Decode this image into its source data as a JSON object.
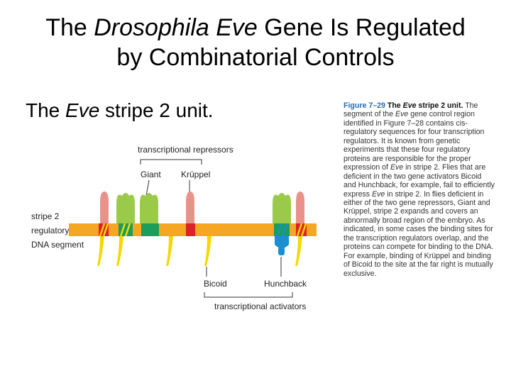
{
  "title": {
    "line1_pre": "The ",
    "line1_italic": "Drosophila Eve",
    "line1_post": " Gene Is Regulated",
    "line2": "by Combinatorial Controls"
  },
  "subtitle": {
    "pre": "The ",
    "italic": "Eve",
    "post": " stripe 2 unit."
  },
  "diagram": {
    "segment_label_1": "stripe 2",
    "segment_label_2": "regulatory",
    "segment_label_3": "DNA segment",
    "repressors_label": "transcriptional repressors",
    "giant_label": "Giant",
    "kruppel_label": "Krüppel",
    "bicoid_label": "Bicoid",
    "hunchback_label": "Hunchback",
    "activators_label": "transcriptional activators"
  },
  "caption": {
    "fig_label": "Figure 7–29",
    "fig_head_pre": "The ",
    "fig_head_italic": "Eve",
    "fig_head_post": " stripe 2 unit.",
    "body_1": "The segment of the ",
    "body_1_italic": "Eve",
    "body_2": " gene control region identified in Figure 7–28 contains cis-regulatory sequences for four transcription regulators. It is known from genetic experiments that these four regulatory proteins are responsible for the proper expression of ",
    "body_2_italic": "Eve",
    "body_3": " in stripe 2. Flies that are deficient in the two gene activators Bicoid and Hunchback, for example, fail to efficiently express ",
    "body_3_italic": "Eve",
    "body_4": " in stripe 2. In flies deficient in either of the two gene repressors, Giant and Krüppel, stripe 2 expands and covers an abnormally broad region of the embryo. As indicated, in some cases the binding sites for the transcription regulators overlap, and the proteins can compete for binding to the DNA. For example, binding of Krüppel and binding of Bicoid to the site at the far right is mutually exclusive."
  },
  "colors": {
    "dna": "#f5a623",
    "giant": "#9bc94a",
    "giant_site": "#1a9e5a",
    "kruppel": "#e57373",
    "kruppel_site": "#e0202a",
    "bicoid": "#f5d800",
    "hunchback": "#1a90d0",
    "hunchback_site": "#1a90d0"
  }
}
